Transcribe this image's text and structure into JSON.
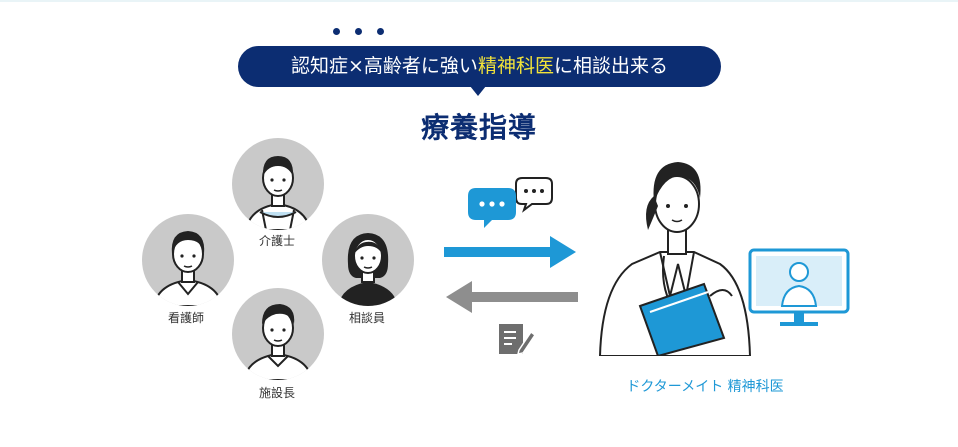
{
  "bubble": {
    "pre": "認知症×高齢者に強い",
    "highlight": "精神科医",
    "post": "に相談出来る"
  },
  "heading": "療養指導",
  "roles": {
    "care_worker": "介護士",
    "nurse": "看護師",
    "counselor": "相談員",
    "facility_director": "施設長"
  },
  "doctor_caption": "ドクターメイト 精神科医",
  "colors": {
    "navy": "#0c2d72",
    "highlight_yellow": "#f2e33a",
    "accent_blue": "#1e98d6",
    "arrow_gray": "#8e8e8e",
    "avatar_gray": "#c9c9c9"
  },
  "icons": [
    "chat-bubbles-icon",
    "document-pen-icon",
    "right-arrow-icon",
    "left-arrow-icon",
    "video-call-monitor-icon"
  ]
}
